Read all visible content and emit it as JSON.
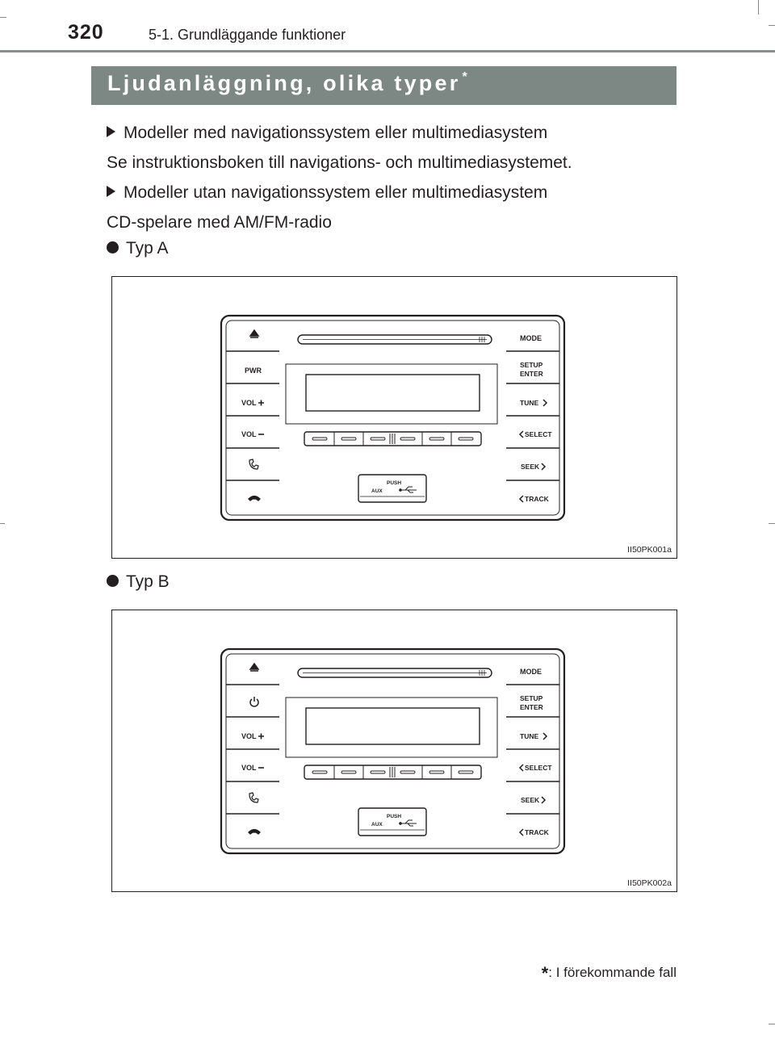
{
  "header": {
    "page_number": "320",
    "chapter": "5-1. Grundläggande funktioner"
  },
  "section": {
    "title": "Ljudanläggning, olika typer",
    "title_mark": "*"
  },
  "content": {
    "heading_nav": "Modeller med navigationssystem eller multimediasystem",
    "text_nav": "Se instruktionsboken till navigations- och multimediasystemet.",
    "heading_no_nav": "Modeller utan navigationssystem eller multimediasystem",
    "text_no_nav": "CD-spelare med AM/FM-radio",
    "type_a": "Typ A",
    "type_b": "Typ B"
  },
  "figures": {
    "a": {
      "code": "II50PK001a",
      "left_buttons": [
        "eject-icon",
        "PWR",
        "VOL",
        "VOL",
        "phone-pickup-icon",
        "phone-hangup-icon"
      ],
      "right_buttons": [
        "MODE",
        "SETUP",
        "ENTER",
        "TUNE",
        "SELECT",
        "SEEK",
        "TRACK"
      ],
      "port_top": "PUSH",
      "port_left": "AUX"
    },
    "b": {
      "code": "II50PK002a",
      "left_buttons": [
        "eject-icon",
        "power-icon",
        "VOL",
        "VOL",
        "phone-pickup-icon",
        "phone-hangup-icon"
      ],
      "right_buttons": [
        "MODE",
        "SETUP",
        "ENTER",
        "TUNE",
        "SELECT",
        "SEEK",
        "TRACK"
      ],
      "port_top": "PUSH",
      "port_left": "AUX"
    }
  },
  "footnote": {
    "mark": "*",
    "text": ": I förekommande fall"
  }
}
